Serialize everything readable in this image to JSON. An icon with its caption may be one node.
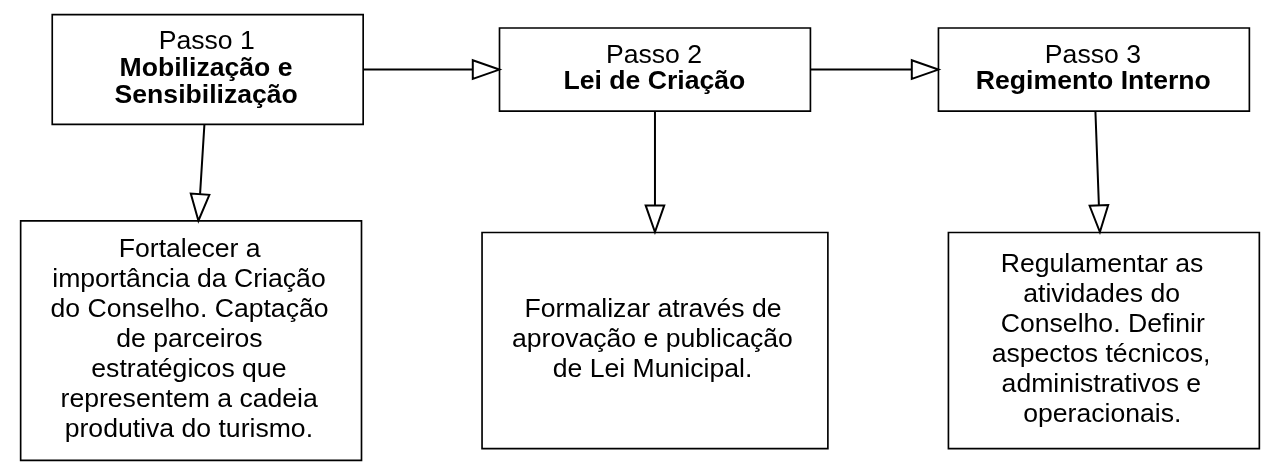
{
  "diagram": {
    "nodes": [
      {
        "text": [
          "Passo 1",
          "Mobilização e Sensibilização"
        ]
      },
      {
        "text": [
          "Passo 2",
          "Lei de Criação"
        ]
      },
      {
        "text": [
          "Passo 3",
          "Regimento Interno"
        ]
      },
      {
        "text": [
          "Fortalecer a importância da Criação do Conselho. Captação de parceiros estratégicos que representem a cadeia produtiva do turismo."
        ]
      },
      {
        "text": [
          "Formalizar através de aprovação e publicação de Lei Municipal."
        ]
      },
      {
        "text": [
          "Regulamentar as atividades do Conselho. Definir aspectos técnicos, administrativos e operacionais."
        ]
      }
    ],
    "edges": [
      {
        "from": 0,
        "to": 1,
        "arrow": "to"
      },
      {
        "from": 1,
        "to": 2,
        "arrow": "to"
      },
      {
        "from": 0,
        "to": 3,
        "arrow": "to"
      },
      {
        "from": 1,
        "to": 4,
        "arrow": "to"
      },
      {
        "from": 2,
        "to": 5,
        "arrow": "to"
      }
    ]
  }
}
